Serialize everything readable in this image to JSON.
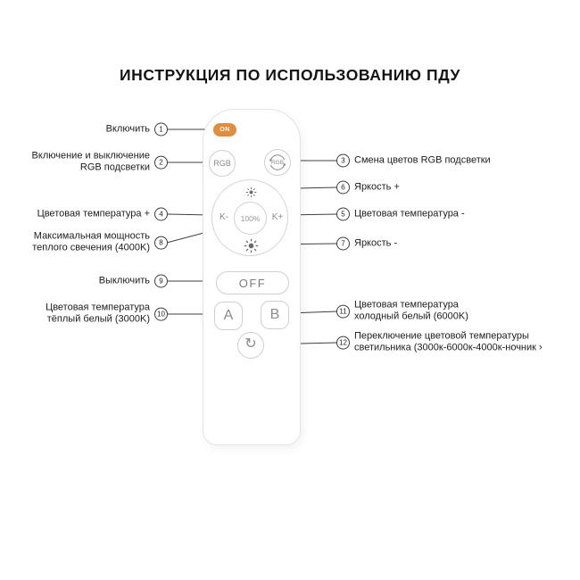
{
  "title": "ИНСТРУКЦИЯ ПО ИСПОЛЬЗОВАНИЮ ПДУ",
  "remote": {
    "on_label": "ON",
    "rgb_label": "RGB",
    "rgb_cycle_label": "RGB",
    "k_minus_label": "K-",
    "k_plus_label": "K+",
    "center_label": "100%",
    "off_label": "OFF",
    "a_label": "A",
    "b_label": "B",
    "cycle_icon": "↻"
  },
  "icons": {
    "brightness_plus": "sun-small-icon",
    "brightness_minus": "sun-large-icon",
    "rgb_cycle": "circular-arrows-icon",
    "mode_cycle": "refresh-icon"
  },
  "colors": {
    "on_button": "#df8d3f",
    "callout_line": "#3f3f3f",
    "button_border": "#cfcfcf",
    "button_text": "#8a8a8a"
  },
  "callouts": [
    {
      "num": "1",
      "text": "Включить"
    },
    {
      "num": "2",
      "text": "Включение и выключение RGB подсветки"
    },
    {
      "num": "3",
      "text": "Смена цветов RGB подсветки"
    },
    {
      "num": "4",
      "text": "Цветовая температура +"
    },
    {
      "num": "5",
      "text": "Цветовая температура -"
    },
    {
      "num": "6",
      "text": "Яркость +"
    },
    {
      "num": "7",
      "text": "Яркость -"
    },
    {
      "num": "8",
      "text": "Максимальная мощность теплого свечения (4000K)"
    },
    {
      "num": "9",
      "text": "Выключить"
    },
    {
      "num": "10",
      "text": "Цветовая температура тёплый белый (3000K)"
    },
    {
      "num": "11",
      "text": "Цветовая температура холодный белый (6000K)"
    },
    {
      "num": "12",
      "text": "Переключение цветовой температуры светильника (3000к-6000к-4000к-ночник ›"
    }
  ]
}
